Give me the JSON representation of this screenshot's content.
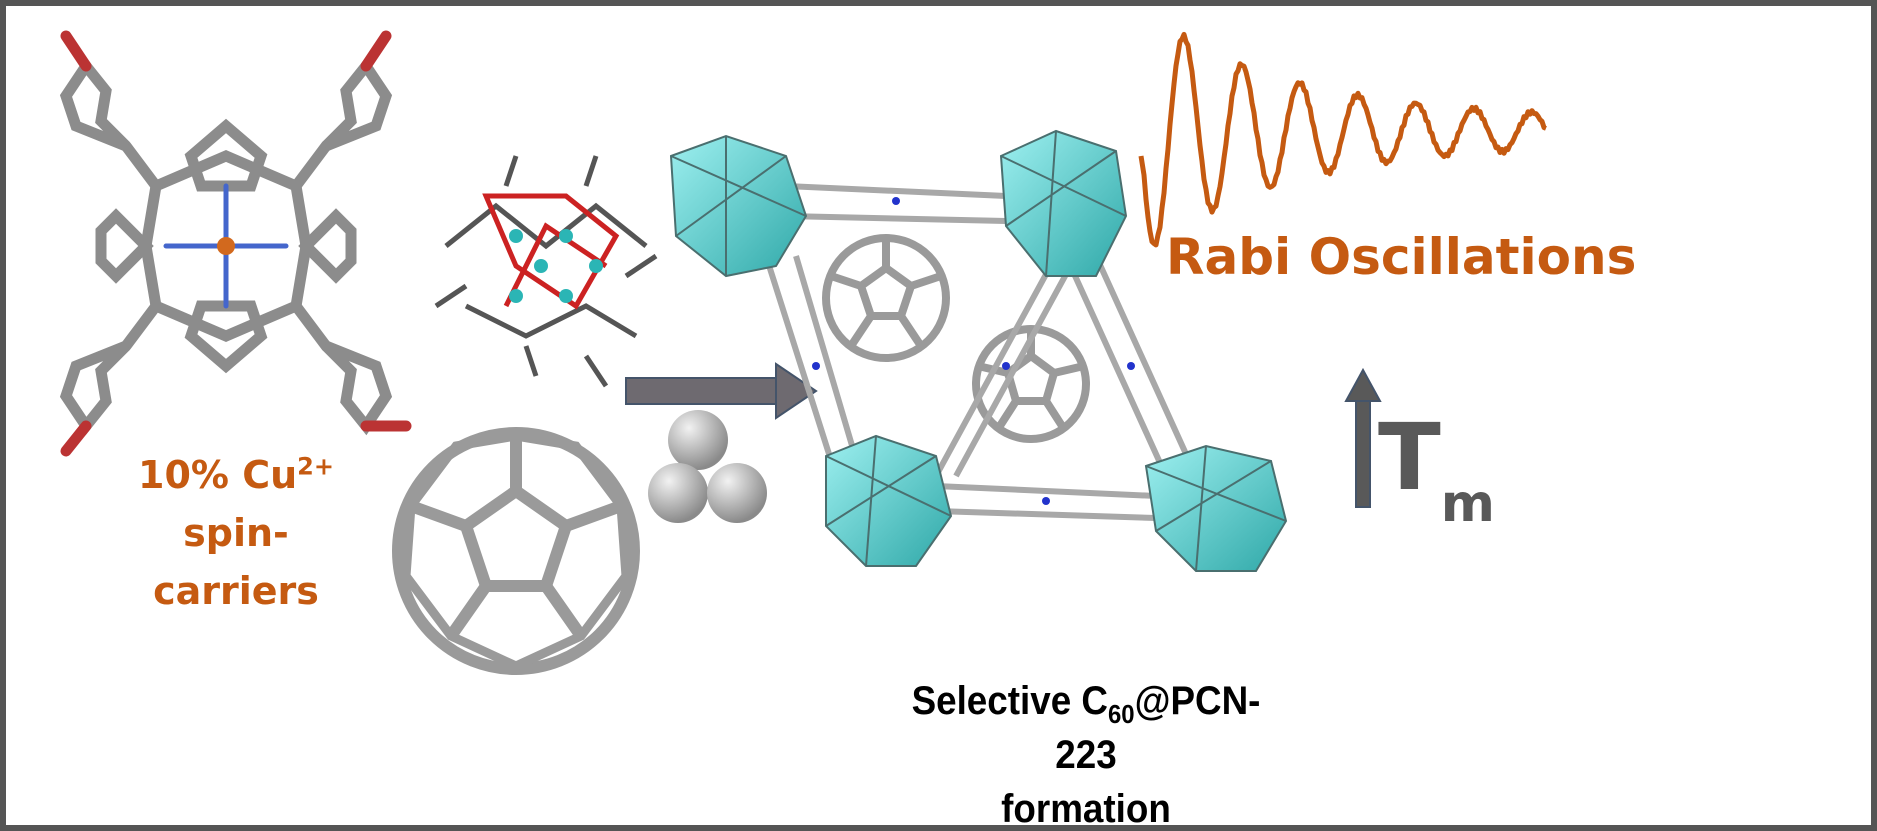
{
  "labels": {
    "cu_percent": "10% Cu",
    "cu_charge": "2+",
    "spin": "spin-",
    "carriers": "carriers",
    "rabi": "Rabi Oscillations",
    "selective_prefix": "Selective C",
    "c60_sub": "60",
    "selective_suffix": "@PCN-223",
    "formation": "formation",
    "t": "T",
    "t_sub": "m"
  },
  "colors": {
    "accent": "#C55A11",
    "cluster": "#5FD3D3",
    "frame": "#555555",
    "arrow": "#6E6A70"
  }
}
